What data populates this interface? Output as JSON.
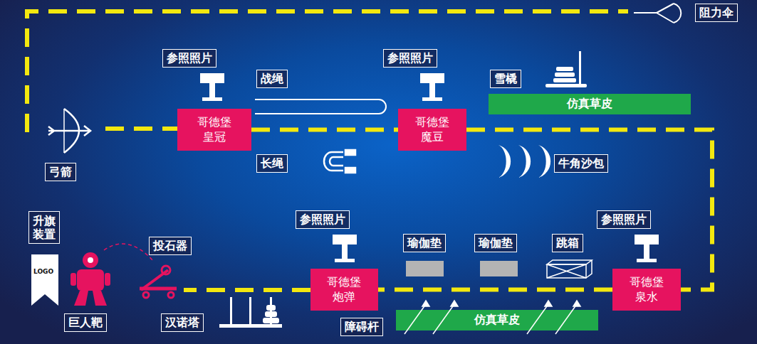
{
  "diagram": {
    "nodes": [
      {
        "text": [
          "阻力伞"
        ]
      },
      {
        "text": [
          "参照照片"
        ]
      },
      {
        "text": [
          "战绳"
        ]
      },
      {
        "text": [
          "参照照片"
        ]
      },
      {
        "text": [
          "雪橇"
        ]
      },
      {
        "text": [
          "仿真草皮"
        ]
      },
      {
        "text": [
          "哥德堡 皇冠"
        ]
      },
      {
        "text": [
          "哥德堡 魔豆"
        ]
      },
      {
        "text": [
          "弓箭"
        ]
      },
      {
        "text": [
          "长绳"
        ]
      },
      {
        "text": [
          "牛角沙包"
        ]
      },
      {
        "text": [
          "升旗装置"
        ]
      },
      {
        "text": [
          "投石器"
        ]
      },
      {
        "text": [
          "参照照片"
        ]
      },
      {
        "text": [
          "瑜伽垫"
        ]
      },
      {
        "text": [
          "瑜伽垫"
        ]
      },
      {
        "text": [
          "跳箱"
        ]
      },
      {
        "text": [
          "参照照片"
        ]
      },
      {
        "text": [
          "巨人靶"
        ]
      },
      {
        "text": [
          "汉诺塔"
        ]
      },
      {
        "text": [
          "哥德堡 炮弹"
        ]
      },
      {
        "text": [
          "仿真草皮"
        ]
      },
      {
        "text": [
          "障碍杆"
        ]
      },
      {
        "text": [
          "哥德堡 泉水"
        ]
      }
    ],
    "edges": [
      {
        "from": 6,
        "to": 7,
        "arrow": "none"
      },
      {
        "from": 7,
        "to": 23,
        "arrow": "none"
      },
      {
        "from": 23,
        "to": 20,
        "arrow": "none"
      }
    ],
    "labels": [
      "LOGO"
    ]
  }
}
